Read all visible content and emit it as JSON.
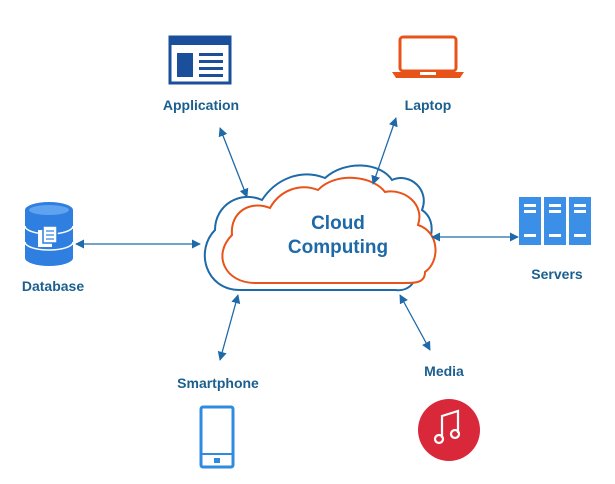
{
  "colors": {
    "primary": "#1e6aa8",
    "blue_icon": "#1a4f9c",
    "light_blue": "#2f8be0",
    "orange": "#e8531a",
    "red_media": "#d8283a"
  },
  "center": {
    "line1": "Cloud",
    "line2": "Computing"
  },
  "nodes": {
    "application": {
      "label": "Application",
      "icon": "application-window-icon"
    },
    "laptop": {
      "label": "Laptop",
      "icon": "laptop-icon"
    },
    "database": {
      "label": "Database",
      "icon": "database-icon"
    },
    "servers": {
      "label": "Servers",
      "icon": "servers-icon"
    },
    "smartphone": {
      "label": "Smartphone",
      "icon": "smartphone-icon"
    },
    "media": {
      "label": "Media",
      "icon": "music-note-icon"
    }
  }
}
